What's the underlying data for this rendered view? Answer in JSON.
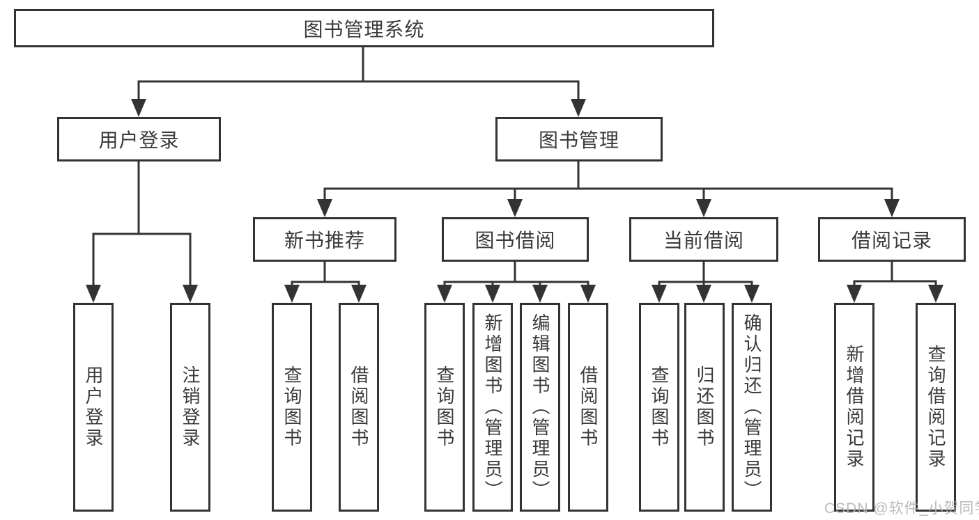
{
  "tree": {
    "root": "图书管理系统",
    "user_login": {
      "label": "用户登录",
      "children": [
        "用户登录",
        "注销登录"
      ]
    },
    "book_mgmt": {
      "label": "图书管理",
      "sections": {
        "new_books": {
          "label": "新书推荐",
          "children": [
            "查询图书",
            "借阅图书"
          ]
        },
        "borrowing": {
          "label": "图书借阅",
          "children": [
            "查询图书",
            "新增图书（管理员）",
            "编辑图书（管理员）",
            "借阅图书"
          ]
        },
        "current": {
          "label": "当前借阅",
          "children": [
            "查询图书",
            "归还图书",
            "确认归还（管理员）"
          ]
        },
        "records": {
          "label": "借阅记录",
          "children": [
            "新增借阅记录",
            "查询借阅记录"
          ]
        }
      }
    }
  },
  "watermark": "CSDN @软件_小贺同学",
  "colors": {
    "line": "#333333",
    "box_border": "#333333",
    "text": "#3a3a3a",
    "watermark": "#b3b3b3",
    "background": "#ffffff"
  }
}
